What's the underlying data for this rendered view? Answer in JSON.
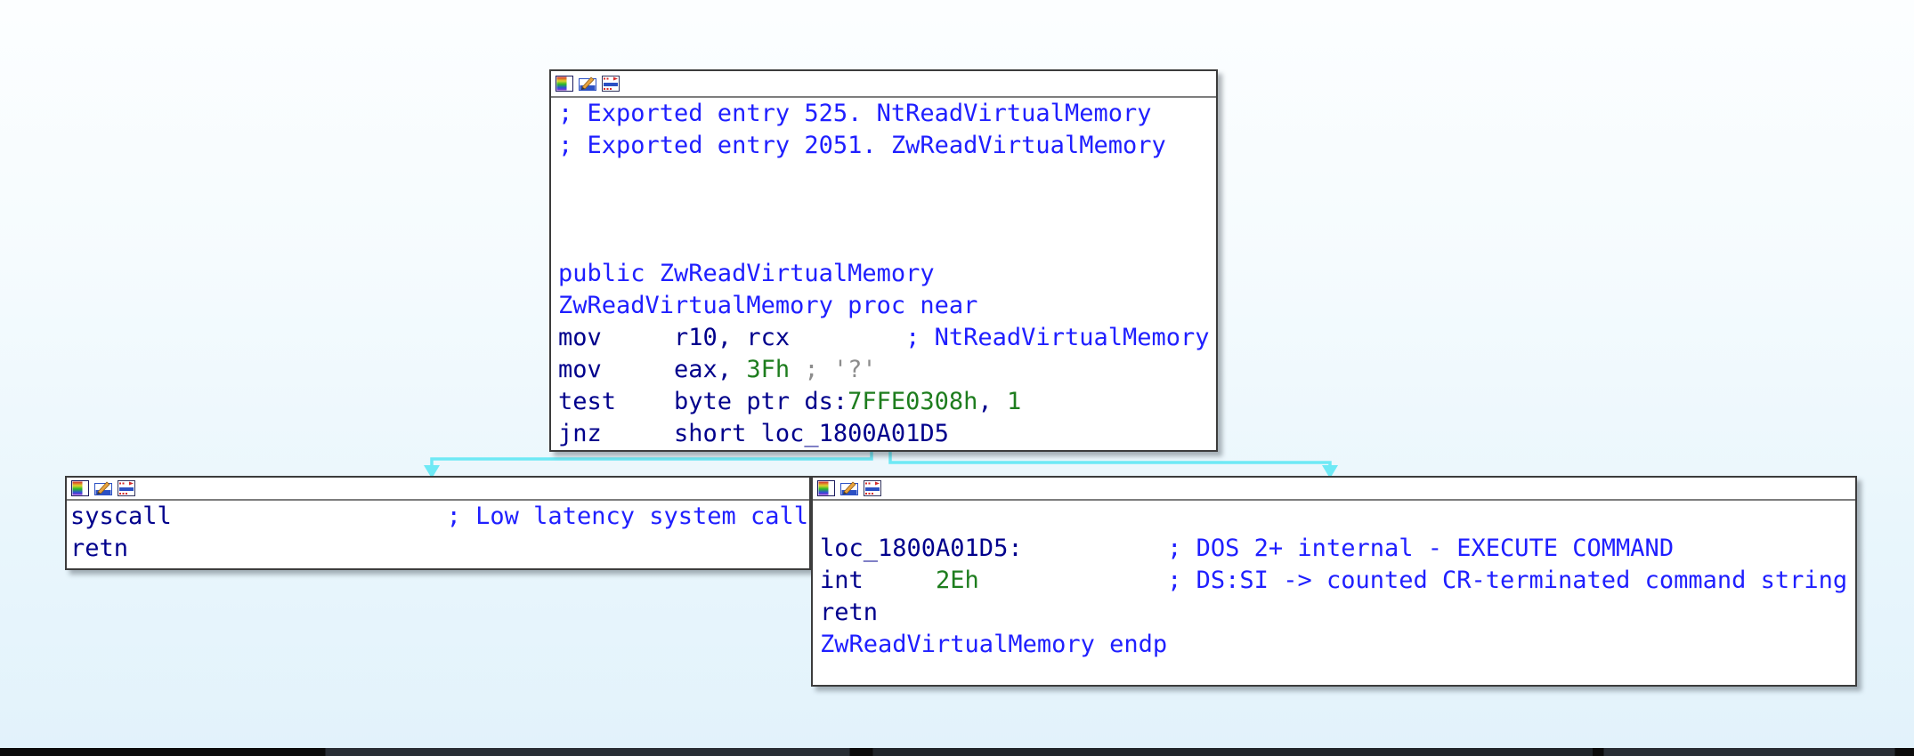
{
  "app": "ida-graph-view",
  "colors": {
    "navy": "#00008c",
    "blue": "#1f1fff",
    "green": "#1e7d1e",
    "gray": "#8c8c8c",
    "edge": "#6ee9f5",
    "node_bg": "#ffffff",
    "node_border": "#3c3c3c",
    "bg_top": "#fcfeff",
    "bg_bottom": "#e2f2fb"
  },
  "node_toolbar_icons": [
    "node-color-icon",
    "edit-node-icon",
    "group-node-icon"
  ],
  "blocks": [
    {
      "id": "top",
      "lines": [
        [
          {
            "c": "blue",
            "t": "; Exported entry 525. NtReadVirtualMemory"
          }
        ],
        [
          {
            "c": "blue",
            "t": "; Exported entry 2051. ZwReadVirtualMemory"
          }
        ],
        [],
        [],
        [],
        [
          {
            "c": "blue",
            "t": "public ZwReadVirtualMemory"
          }
        ],
        [
          {
            "c": "blue",
            "t": "ZwReadVirtualMemory proc near"
          }
        ],
        [
          {
            "c": "navy",
            "t": "mov     r10, rcx        "
          },
          {
            "c": "blue",
            "t": "; NtReadVirtualMemory"
          }
        ],
        [
          {
            "c": "navy",
            "t": "mov     eax, "
          },
          {
            "c": "green",
            "t": "3Fh"
          },
          {
            "c": "gray",
            "t": " ; '?'"
          }
        ],
        [
          {
            "c": "navy",
            "t": "test    byte ptr ds:"
          },
          {
            "c": "green",
            "t": "7FFE0308h"
          },
          {
            "c": "navy",
            "t": ", "
          },
          {
            "c": "green",
            "t": "1"
          }
        ],
        [
          {
            "c": "navy",
            "t": "jnz     short loc_1800A01D5"
          }
        ]
      ]
    },
    {
      "id": "left",
      "lines": [
        [
          {
            "c": "navy",
            "t": "syscall"
          },
          {
            "c": "blue",
            "t": "                   ; Low latency system call"
          }
        ],
        [
          {
            "c": "navy",
            "t": "retn"
          }
        ]
      ]
    },
    {
      "id": "right",
      "lines": [
        [],
        [
          {
            "c": "navy",
            "t": "loc_1800A01D5:"
          },
          {
            "c": "blue",
            "t": "          ; DOS 2+ internal - EXECUTE COMMAND"
          }
        ],
        [
          {
            "c": "navy",
            "t": "int     "
          },
          {
            "c": "green",
            "t": "2Eh"
          },
          {
            "c": "blue",
            "t": "             ; DS:SI -> counted CR-terminated command string"
          }
        ],
        [
          {
            "c": "navy",
            "t": "retn"
          }
        ],
        [
          {
            "c": "blue",
            "t": "ZwReadVirtualMemory endp"
          }
        ],
        []
      ]
    }
  ]
}
